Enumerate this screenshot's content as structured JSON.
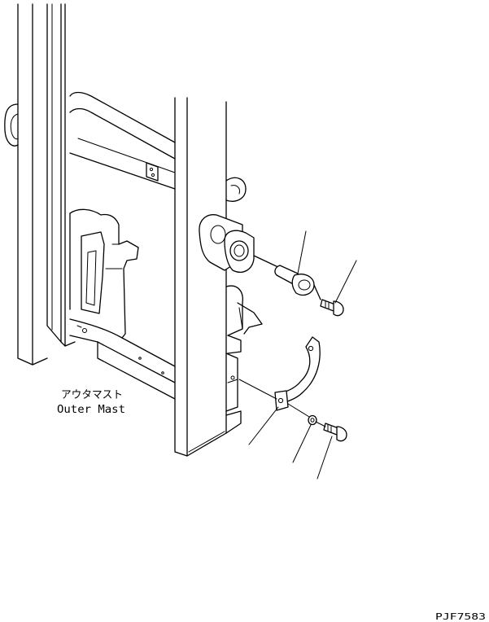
{
  "labels": {
    "outer_mast_jp": "アウタマスト",
    "outer_mast_en": "Outer Mast",
    "drawing_code": "PJF7583"
  },
  "colors": {
    "line": "#000000",
    "background": "#ffffff"
  }
}
